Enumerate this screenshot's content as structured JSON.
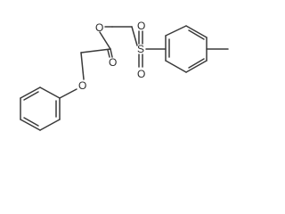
{
  "molecule": {
    "atoms": {
      "o_ester": "O",
      "o_carbonyl": "O",
      "s": "S",
      "o_sulfonyl_top": "O",
      "o_sulfonyl_bottom": "O",
      "o_ether": "O"
    },
    "colors": {
      "bond": "#3a3a3a",
      "atom_label": "#2a2a2a",
      "background": "#ffffff"
    }
  }
}
